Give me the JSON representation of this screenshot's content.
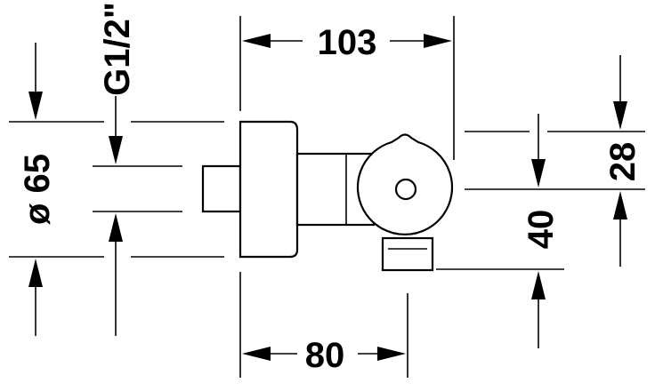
{
  "dimensions": {
    "overall_width": "103",
    "depth": "80",
    "diameter": "ø 65",
    "thread": "G1/2\"",
    "outlet_offset": "40",
    "height_offset": "28"
  }
}
